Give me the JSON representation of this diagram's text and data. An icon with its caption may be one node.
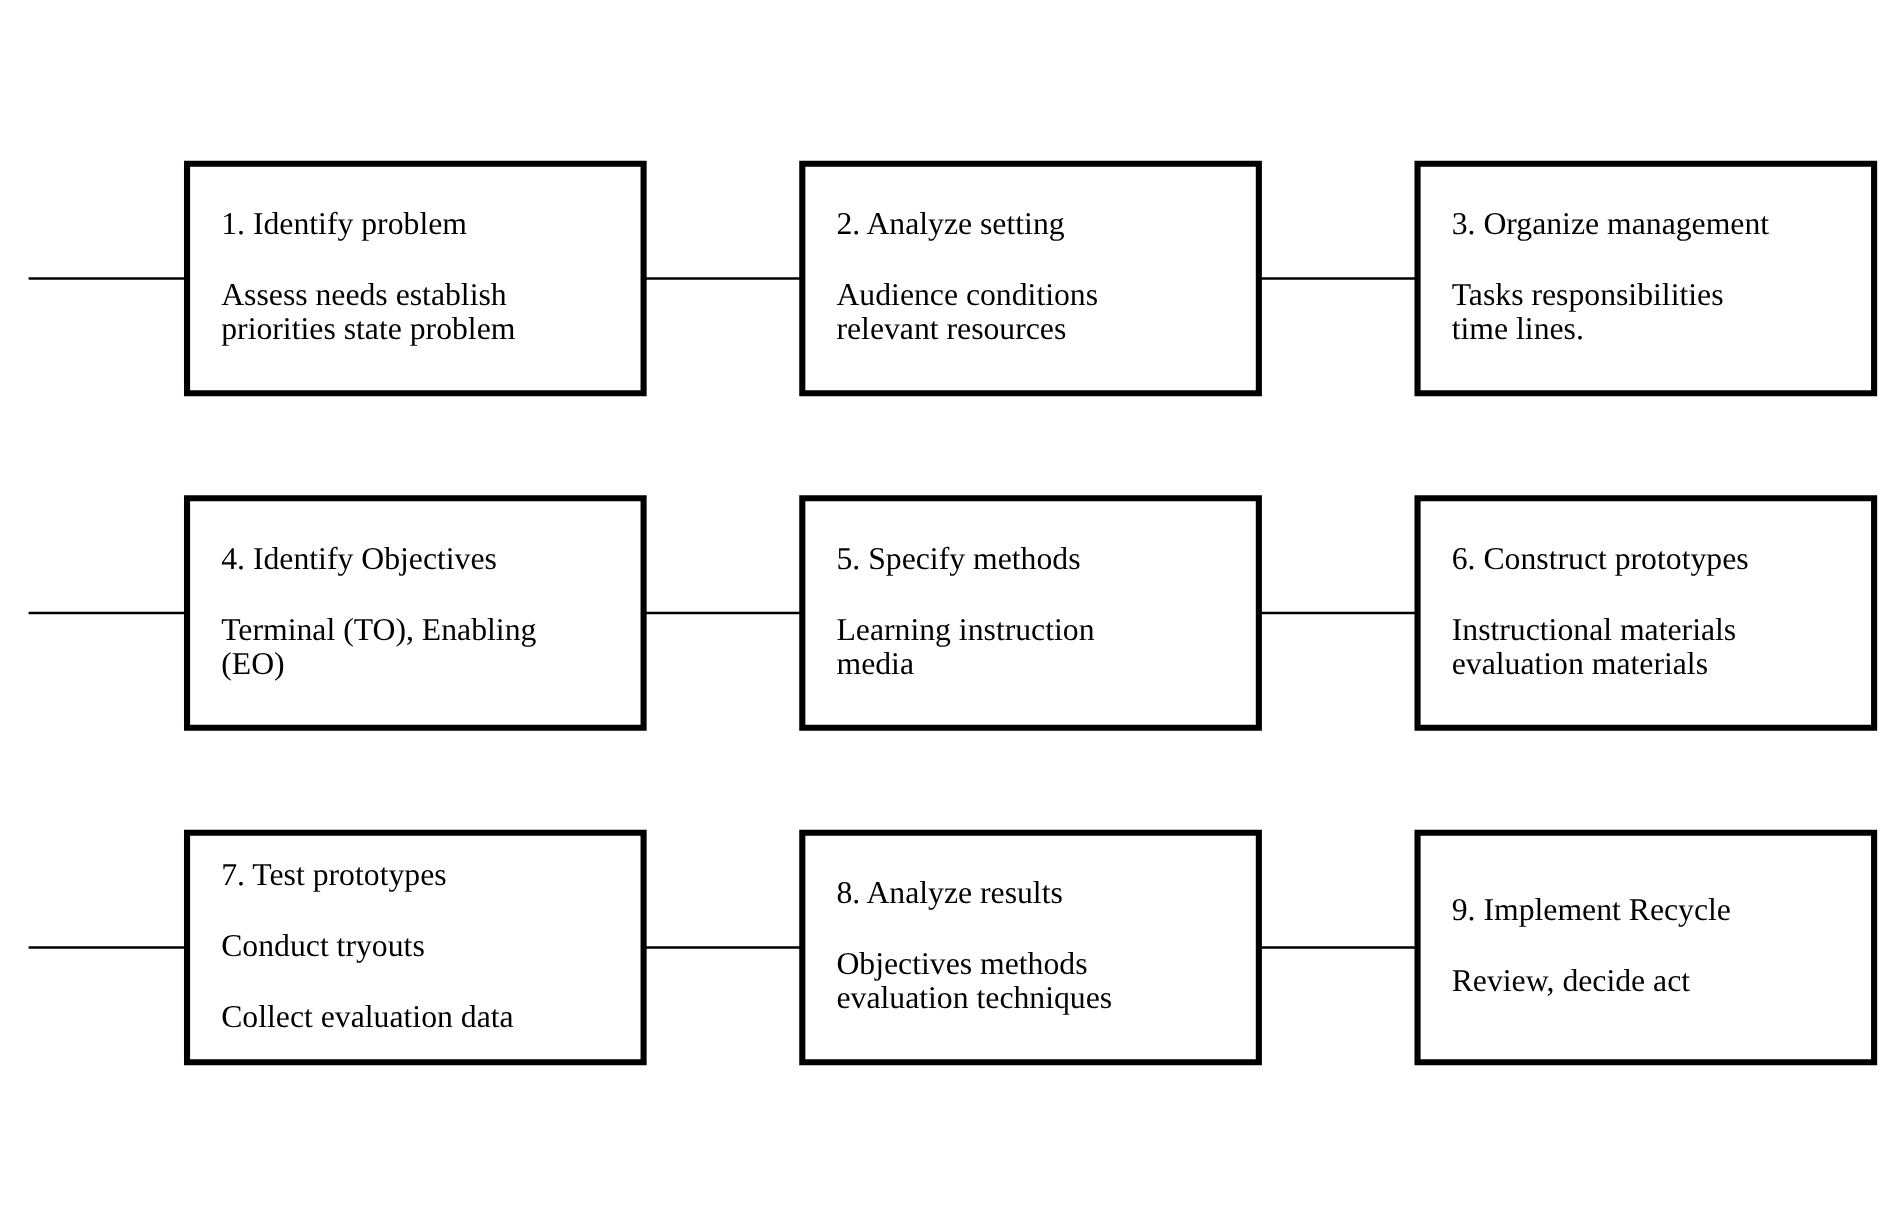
{
  "diagram": {
    "nodes": [
      {
        "text": [
          "1. Identify problem",
          "Assess needs establish priorities state problem"
        ]
      },
      {
        "text": [
          "2. Analyze setting",
          "Audience conditions relevant resources"
        ]
      },
      {
        "text": [
          "3. Organize management",
          "Tasks responsibilities time lines."
        ]
      },
      {
        "text": [
          "4. Identify Objectives",
          "Terminal (TO), Enabling (EO)"
        ]
      },
      {
        "text": [
          "5. Specify methods",
          "Learning instruction media"
        ]
      },
      {
        "text": [
          "6. Construct prototypes",
          "Instructional materials evaluation materials"
        ]
      },
      {
        "text": [
          "7. Test prototypes",
          "Conduct tryouts",
          "Collect evaluation data"
        ]
      },
      {
        "text": [
          "8. Analyze results",
          "Objectives methods evaluation techniques"
        ]
      },
      {
        "text": [
          "9. Implement Recycle",
          "Review, decide act"
        ]
      }
    ],
    "edges": [
      {
        "from": null,
        "to": 0,
        "arrow": "none"
      },
      {
        "from": 0,
        "to": 1,
        "arrow": "none"
      },
      {
        "from": 1,
        "to": 2,
        "arrow": "none"
      },
      {
        "from": null,
        "to": 3,
        "arrow": "none"
      },
      {
        "from": 3,
        "to": 4,
        "arrow": "none"
      },
      {
        "from": 4,
        "to": 5,
        "arrow": "none"
      },
      {
        "from": null,
        "to": 6,
        "arrow": "none"
      },
      {
        "from": 6,
        "to": 7,
        "arrow": "none"
      },
      {
        "from": 7,
        "to": 8,
        "arrow": "none"
      }
    ]
  }
}
